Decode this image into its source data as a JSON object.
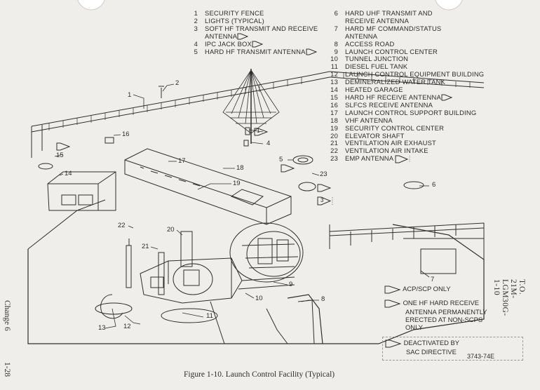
{
  "legend_left": [
    {
      "num": "1",
      "text": "SECURITY FENCE"
    },
    {
      "num": "2",
      "text": "LIGHTS (TYPICAL)"
    },
    {
      "num": "3",
      "text": "SOFT HF TRANSMIT AND RECEIVE"
    },
    {
      "num": "",
      "text": "ANTENNA"
    },
    {
      "num": "4",
      "text": "IPC JACK BOX"
    },
    {
      "num": "5",
      "text": "HARD HF TRANSMIT ANTENNA"
    }
  ],
  "legend_right": [
    {
      "num": "6",
      "text": "HARD UHF TRANSMIT AND"
    },
    {
      "num": "",
      "text": "RECEIVE ANTENNA"
    },
    {
      "num": "7",
      "text": "HARD MF COMMAND/STATUS"
    },
    {
      "num": "",
      "text": "ANTENNA"
    },
    {
      "num": "8",
      "text": "ACCESS ROAD"
    },
    {
      "num": "9",
      "text": "LAUNCH CONTROL CENTER"
    },
    {
      "num": "10",
      "text": "TUNNEL JUNCTION"
    },
    {
      "num": "11",
      "text": "DIESEL FUEL TANK"
    },
    {
      "num": "12",
      "text": "LAUNCH CONTROL EQUIPMENT BUILDING"
    },
    {
      "num": "13",
      "text": "DEMINERALIZED WATER TANK"
    },
    {
      "num": "14",
      "text": "HEATED GARAGE"
    },
    {
      "num": "15",
      "text": "HARD HF RECEIVE ANTENNA"
    },
    {
      "num": "16",
      "text": "SLFCS RECEIVE ANTENNA"
    },
    {
      "num": "17",
      "text": "LAUNCH CONTROL SUPPORT BUILDING"
    },
    {
      "num": "18",
      "text": "VHF ANTENNA"
    },
    {
      "num": "19",
      "text": "SECURITY CONTROL CENTER"
    },
    {
      "num": "20",
      "text": "ELEVATOR SHAFT"
    },
    {
      "num": "21",
      "text": "VENTILATION AIR EXHAUST"
    },
    {
      "num": "22",
      "text": "VENTILATION AIR INTAKE"
    },
    {
      "num": "23",
      "text": "EMP ANTENNA"
    }
  ],
  "flags": {
    "one": "1",
    "two": "2",
    "three": "3"
  },
  "notes": {
    "n1": "ACP/SCP ONLY",
    "n2_line1": "ONE HF HARD RECEIVE",
    "n2_line2": "ANTENNA PERMANENTLY",
    "n2_line3": "ERECTED AT NON-SCPS",
    "n2_line4": "ONLY",
    "n3_line1": "DEACTIVATED BY",
    "n3_line2": "SAC DIRECTIVE"
  },
  "drawing_code": "3743-74E",
  "caption": "Figure 1-10.  Launch Control Facility (Typical)",
  "side_left_top": "Change 6",
  "side_left_bottom": "1-28",
  "side_right": "T.O. 21M-LGM30G-1-10",
  "callouts": [
    "1",
    "2",
    "3",
    "4",
    "5",
    "6",
    "7",
    "8",
    "9",
    "10",
    "11",
    "12",
    "13",
    "14",
    "15",
    "16",
    "17",
    "18",
    "19",
    "20",
    "21",
    "22",
    "23"
  ]
}
